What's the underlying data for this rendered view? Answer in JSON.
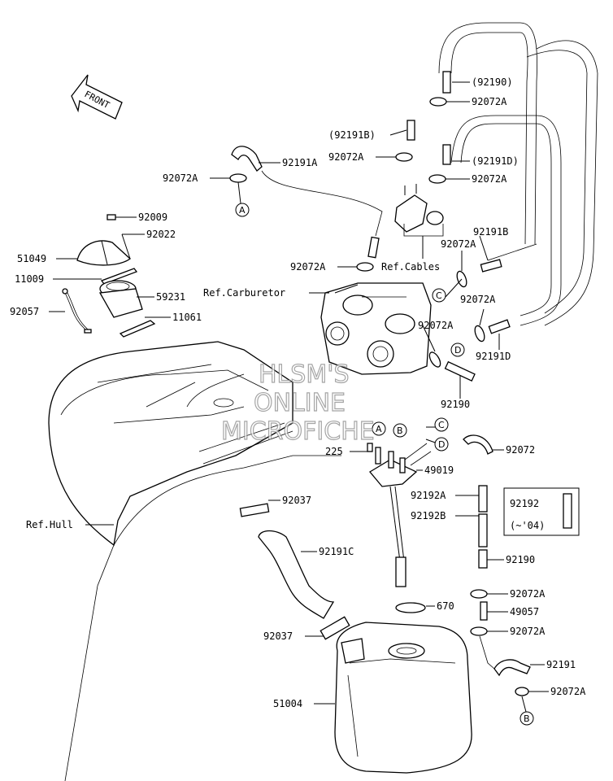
{
  "front_label": "FRONT",
  "watermark": [
    "HLSM'S",
    "ONLINE",
    "MICROFICHE"
  ],
  "callout_circles": [
    "A",
    "B",
    "C",
    "D"
  ],
  "labels": {
    "p92190_top": "(92190)",
    "p92072A_1": "92072A",
    "p92191B_paren": "(92191B)",
    "p92072A_2": "92072A",
    "p92191D_paren": "(92191D)",
    "p92072A_3": "92072A",
    "p92191A": "92191A",
    "p92072A_left": "92072A",
    "p92009": "92009",
    "p92022": "92022",
    "p51049": "51049",
    "p11009": "11009",
    "p59231": "59231",
    "p92057": "92057",
    "p11061": "11061",
    "p92072A_carb": "92072A",
    "ref_carburetor": "Ref.Carburetor",
    "ref_cables": "Ref.Cables",
    "p92191B": "92191B",
    "p92072A_c": "92072A",
    "p92072A_d": "92072A",
    "p92072A_mid": "92072A",
    "p92191D": "92191D",
    "p92190_mid": "92190",
    "p225": "225",
    "p49019": "49019",
    "p92072": "92072",
    "p92037_top": "92037",
    "ref_hull": "Ref.Hull",
    "p92192A": "92192A",
    "p92192B": "92192B",
    "p92192_box": "92192",
    "p04_box": "(~'04)",
    "p92191C": "92191C",
    "p92190_low": "92190",
    "p670": "670",
    "p92072A_low1": "92072A",
    "p49057": "49057",
    "p92072A_low2": "92072A",
    "p92037_low": "92037",
    "p92191": "92191",
    "p92072A_low3": "92072A",
    "p51004": "51004"
  }
}
